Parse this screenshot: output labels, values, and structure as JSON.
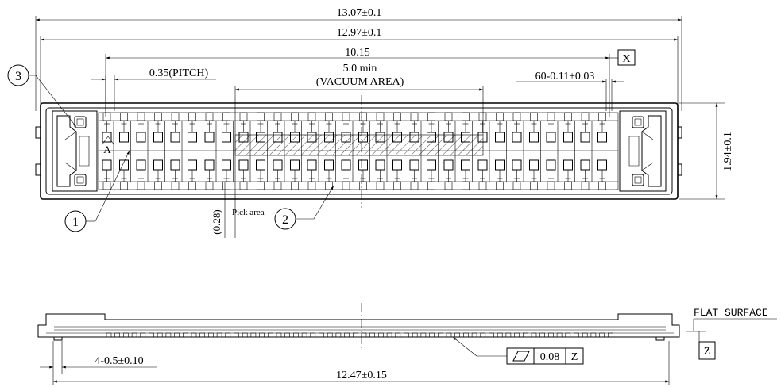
{
  "dims": {
    "overall_width": "13.07±0.1",
    "housing_width": "12.97±0.1",
    "pin_span": "10.15",
    "vacuum_min": "5.0 min",
    "vacuum_label": "(VACUUM AREA)",
    "pitch": "0.35(PITCH)",
    "pin_width": "60-0.11±0.03",
    "height": "1.94±0.1",
    "pick_offset": "(0.28)",
    "bottom_width": "12.47±0.15",
    "post_width": "4-0.5±0.10",
    "flatness_value": "0.08"
  },
  "labels": {
    "pick_area": "Pick area",
    "flat_surface": "FLAT SURFACE",
    "pin_a": "A"
  },
  "datums": {
    "x": "X",
    "z": "Z",
    "z_ref": "Z"
  },
  "balloons": {
    "one": "1",
    "two": "2",
    "three": "3"
  }
}
